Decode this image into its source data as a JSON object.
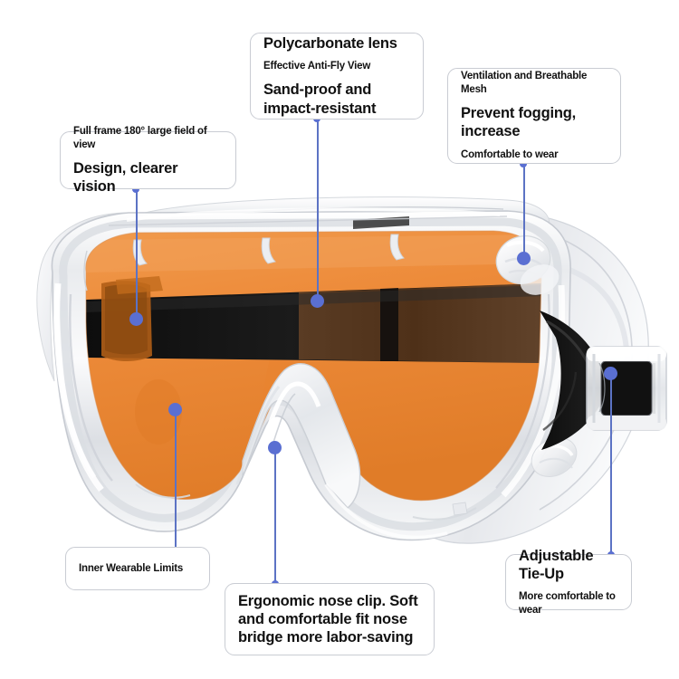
{
  "product": {
    "name": "safety-goggles",
    "lens_color": "#ed8b3a",
    "lens_color_dark": "#c9701f",
    "frame_color": "#f2f3f4",
    "strap_color": "#121212",
    "accent_color": "#5a6fd2"
  },
  "callouts": [
    {
      "id": "polycarbonate-lens",
      "lines": [
        {
          "text": "Polycarbonate lens",
          "size": "big"
        },
        {
          "text": "Effective Anti-Fly View",
          "size": "small"
        },
        {
          "text": "Sand-proof and impact-resistant",
          "size": "big"
        }
      ]
    },
    {
      "id": "ventilation-mesh",
      "lines": [
        {
          "text": "Ventilation and Breathable Mesh",
          "size": "small"
        },
        {
          "text": "Prevent fogging, increase",
          "size": "big"
        },
        {
          "text": "Comfortable to wear",
          "size": "small"
        }
      ]
    },
    {
      "id": "full-frame-view",
      "lines": [
        {
          "text": "Full frame 180°  large field of view",
          "size": "small"
        },
        {
          "text": "Design, clearer vision",
          "size": "big"
        }
      ]
    },
    {
      "id": "inner-wearable-limits",
      "lines": [
        {
          "text": "Inner Wearable Limits",
          "size": "small"
        }
      ]
    },
    {
      "id": "ergonomic-nose-clip",
      "lines": [
        {
          "text": "Ergonomic nose clip. Soft and comfortable fit nose bridge more labor-saving",
          "size": "big"
        }
      ]
    },
    {
      "id": "adjustable-tie-up",
      "lines": [
        {
          "text": "Adjustable Tie-Up",
          "size": "big"
        },
        {
          "text": "More comfortable to wear",
          "size": "small"
        }
      ]
    }
  ]
}
